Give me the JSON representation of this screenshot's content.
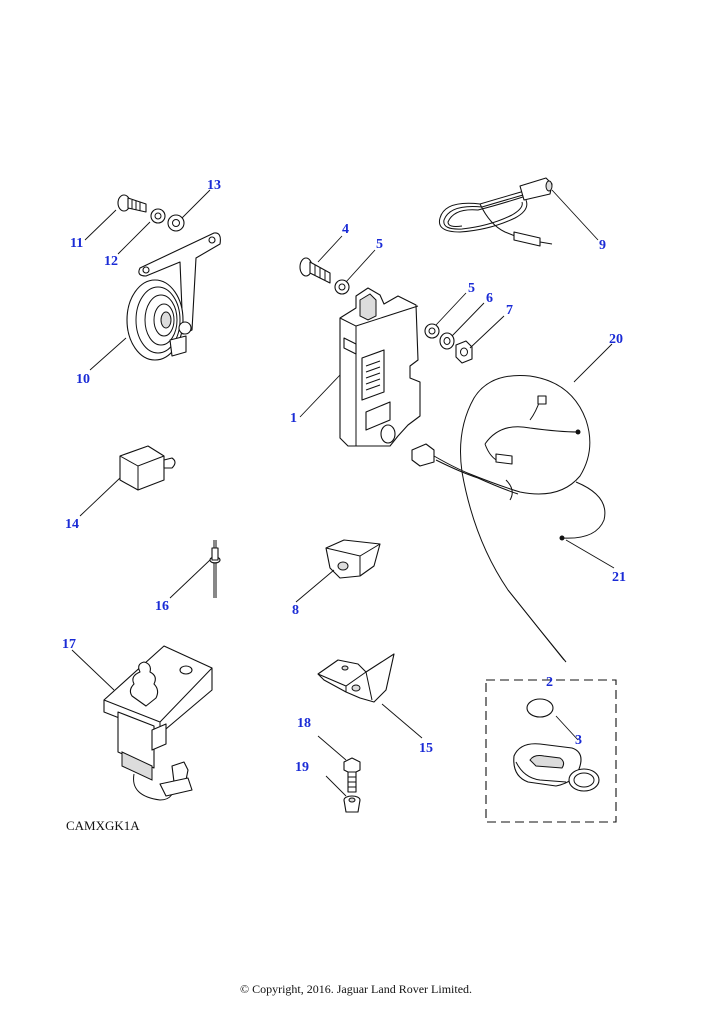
{
  "diagram": {
    "code": "CAMXGK1A",
    "copyright": "© Copyright, 2016. Jaguar Land Rover Limited.",
    "colors": {
      "callout": "#1a2bd6",
      "line": "#111111"
    },
    "callouts": [
      "1",
      "2",
      "3",
      "4",
      "5",
      "5",
      "6",
      "7",
      "8",
      "9",
      "10",
      "11",
      "12",
      "13",
      "14",
      "15",
      "16",
      "17",
      "18",
      "19",
      "20",
      "21"
    ]
  }
}
